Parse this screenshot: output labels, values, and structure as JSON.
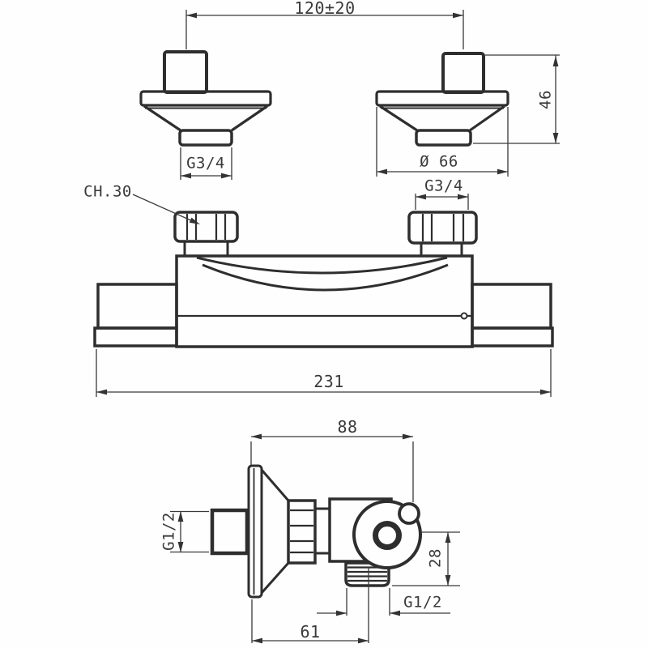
{
  "drawing": {
    "labels": {
      "connection_centers": "120±20",
      "union_height": "46",
      "left_union_thread": "G3/4",
      "flange_diameter": "Ø 66",
      "wrench_size": "CH.30",
      "nut_thread": "G3/4",
      "body_width": "231",
      "depth": "88",
      "inlet_thread": "G1/2",
      "outlet_height": "28",
      "outlet_thread": "G1/2",
      "outlet_offset": "61"
    },
    "colors": {
      "object_line": "#2e2e2e",
      "dimension_line": "#3a3a3a",
      "background": "#fefefe"
    }
  }
}
